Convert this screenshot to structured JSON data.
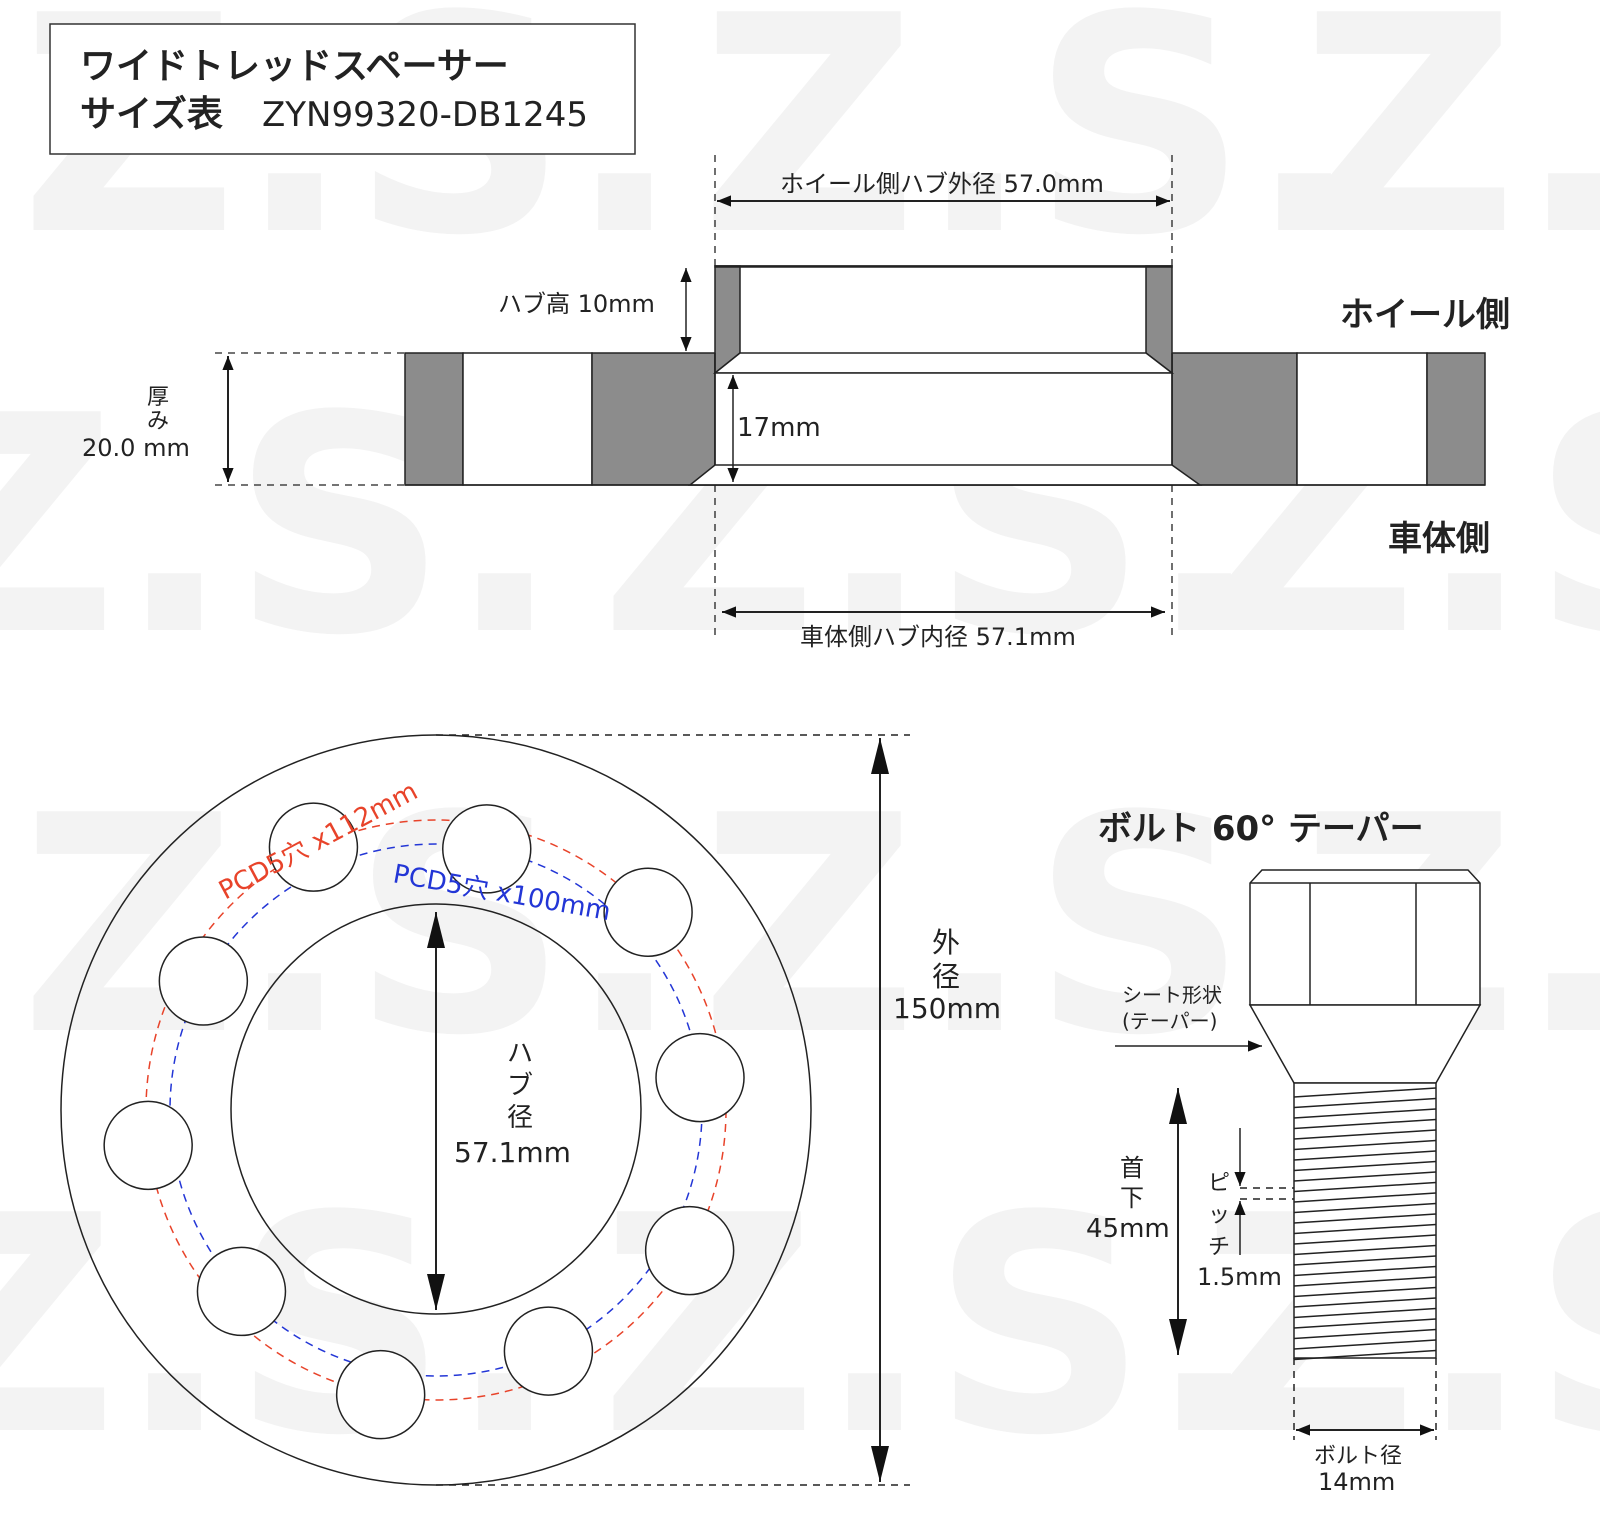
{
  "watermark": "Z.S.",
  "colors": {
    "part_fill": "#8c8c8c",
    "pcd_112": "#e8432a",
    "pcd_100": "#2336d6",
    "line": "#222222"
  },
  "title": {
    "line1": "ワイドトレッドスペーサー",
    "line2_prefix": "サイズ表",
    "model": "ZYN99320-DB1245"
  },
  "cross_section": {
    "wheel_hub_outer": "ホイール側ハブ外径 57.0mm",
    "hub_height": "ハブ高 10mm",
    "thickness_label": [
      "厚",
      "み"
    ],
    "thickness_value": "20.0 mm",
    "inner_depth": "17mm",
    "body_hub_inner": "車体側ハブ内径 57.1mm",
    "wheel_side": "ホイール側",
    "body_side": "車体側"
  },
  "front_view": {
    "pcd_112": "PCD5穴 x112mm",
    "pcd_100": "PCD5穴 x100mm",
    "hub_diameter_label": [
      "ハ",
      "ブ",
      "径"
    ],
    "hub_diameter_value": "57.1mm",
    "outer_diameter_label": [
      "外",
      "径"
    ],
    "outer_diameter_value": "150mm"
  },
  "bolt": {
    "title": "ボルト 60° テーパー",
    "seat_shape": [
      "シート形状",
      "(テーパー)"
    ],
    "length_label": [
      "首",
      "下"
    ],
    "length_value": "45mm",
    "pitch_label": [
      "ピ",
      "ッ",
      "チ"
    ],
    "pitch_value": "1.5mm",
    "diameter_label": "ボルト径",
    "diameter_value": "14mm"
  }
}
